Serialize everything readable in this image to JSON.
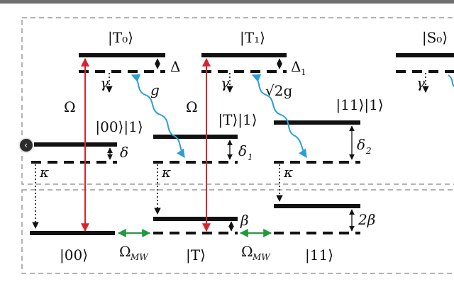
{
  "diagram": {
    "states": {
      "T0": "|T₀⟩",
      "T1": "|T₁⟩",
      "S0": "|S₀⟩",
      "ket00_1": "|00⟩|1⟩",
      "ketT_1": "|T⟩|1⟩",
      "ket11_1": "|11⟩|1⟩",
      "ket00": "|00⟩",
      "ketT": "|T⟩",
      "ket11": "|11⟩"
    },
    "symbols": {
      "Delta": "Δ",
      "Delta1_main": "Δ",
      "Delta1_sub": "1",
      "gamma1": "γ",
      "gamma2": "γ",
      "gamma3": "γ",
      "g": "g",
      "sqrt2g": "√2g",
      "Omega1": "Ω",
      "Omega2": "Ω",
      "delta": "δ",
      "delta1_main": "δ",
      "delta1_sub": "1",
      "delta2_main": "δ",
      "delta2_sub": "2",
      "kappa1": "κ",
      "kappa2": "κ",
      "kappa3": "κ",
      "beta": "β",
      "two_beta": "2β",
      "OmegaMW1_main": "Ω",
      "OmegaMW1_sub": "MW",
      "OmegaMW2_main": "Ω",
      "OmegaMW2_sub": "MW"
    },
    "colors": {
      "drive": "#d9232d",
      "coupling": "#2a9fd6",
      "microwave": "#1f9a3c",
      "level": "#111111",
      "frame": "#9a9a9a"
    }
  },
  "viewer": {
    "prev_icon": "‹"
  }
}
